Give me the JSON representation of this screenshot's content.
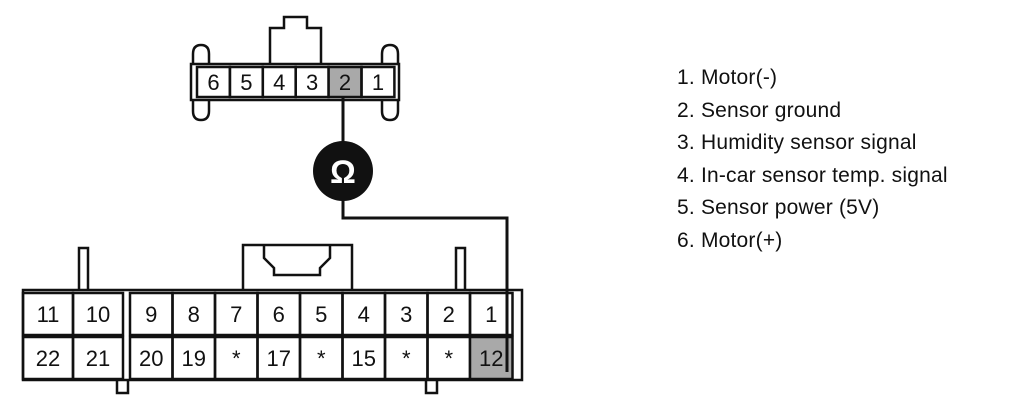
{
  "top_connector": {
    "pins": [
      "6",
      "5",
      "4",
      "3",
      "2",
      "1"
    ],
    "highlighted_pin": "2"
  },
  "meter": {
    "symbol": "Ω"
  },
  "bottom_connector": {
    "row1": [
      "11",
      "10",
      "9",
      "8",
      "7",
      "6",
      "5",
      "4",
      "3",
      "2",
      "1"
    ],
    "row2": [
      "22",
      "21",
      "20",
      "19",
      "*",
      "17",
      "*",
      "15",
      "*",
      "*",
      "12"
    ],
    "highlighted_pin": "12"
  },
  "legend": {
    "items": [
      "1. Motor(-)",
      "2. Sensor ground",
      "3. Humidity sensor signal",
      "4. In-car sensor temp. signal",
      "5. Sensor power (5V)",
      "6. Motor(+)"
    ]
  },
  "colors": {
    "line": "#111111",
    "highlight": "#a9a9a9",
    "meter_fill": "#111111",
    "meter_symbol": "#ffffff"
  }
}
